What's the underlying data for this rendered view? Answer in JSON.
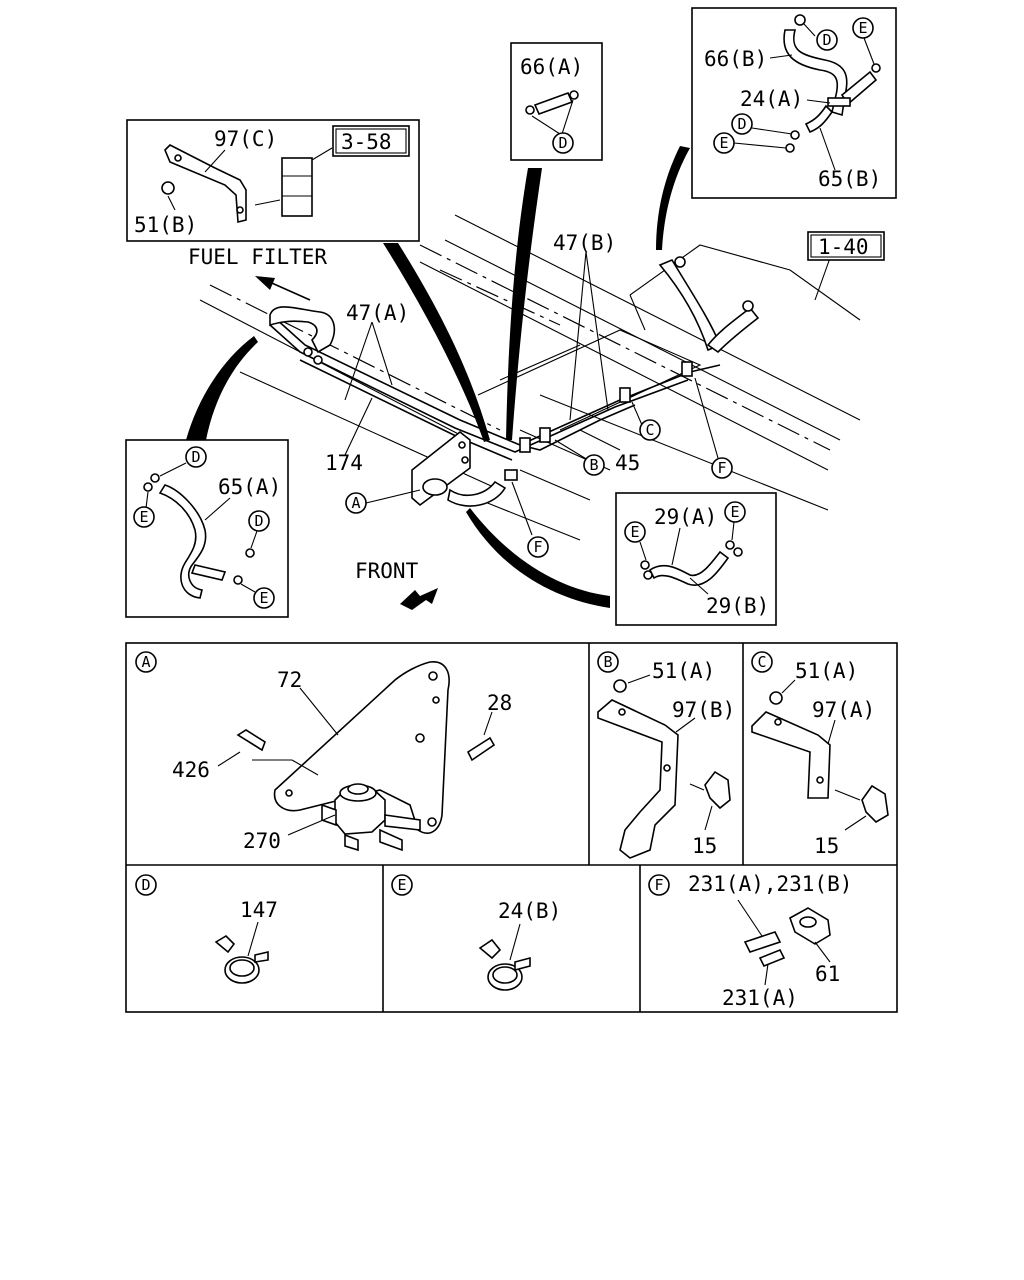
{
  "main": {
    "labels": {
      "fuel_filter": "FUEL FILTER",
      "front": "FRONT",
      "p47a": "47(A)",
      "p47b": "47(B)",
      "p174": "174",
      "p45": "45",
      "ref140": "1-40",
      "ref358": "3-58"
    },
    "markers": {
      "a": "A",
      "b": "B",
      "c": "C",
      "f1": "F",
      "f2": "F"
    }
  },
  "inset_97c": {
    "p97c": "97(C)",
    "p51b": "51(B)",
    "ref": "3-58"
  },
  "inset_66a": {
    "p66a": "66(A)",
    "d": "D"
  },
  "inset_top_right": {
    "p66b": "66(B)",
    "p24a": "24(A)",
    "p65b": "65(B)",
    "d1": "D",
    "d2": "D",
    "e1": "E",
    "e2": "E"
  },
  "inset_65a": {
    "p65a": "65(A)",
    "d1": "D",
    "d2": "D",
    "e1": "E",
    "e2": "E"
  },
  "inset_29": {
    "p29a": "29(A)",
    "p29b": "29(B)",
    "e1": "E",
    "e2": "E"
  },
  "detail_a": {
    "marker": "A",
    "p72": "72",
    "p28": "28",
    "p426": "426",
    "p270": "270"
  },
  "detail_b": {
    "marker": "B",
    "p51a": "51(A)",
    "p97b": "97(B)",
    "p15": "15"
  },
  "detail_c": {
    "marker": "C",
    "p51a": "51(A)",
    "p97a": "97(A)",
    "p15": "15"
  },
  "detail_d": {
    "marker": "D",
    "p147": "147"
  },
  "detail_e": {
    "marker": "E",
    "p24b": "24(B)"
  },
  "detail_f": {
    "marker": "F",
    "p231ab": "231(A),231(B)",
    "p61": "61",
    "p231a": "231(A)"
  }
}
